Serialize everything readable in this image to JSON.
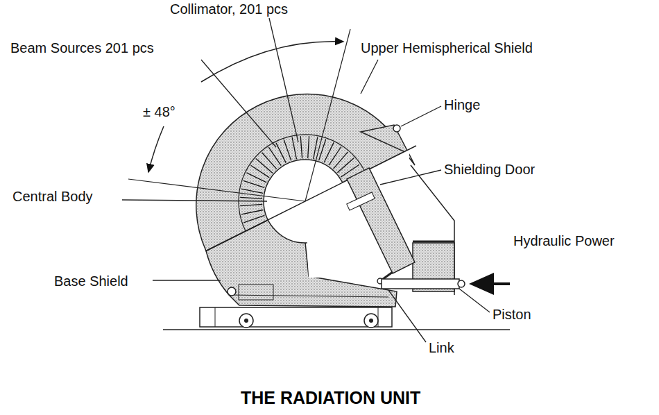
{
  "diagram": {
    "title": "THE RADIATION UNIT",
    "labels": [
      "Collimator, 201 pcs",
      "Beam Sources 201 pcs",
      "Upper Hemispherical Shield",
      "± 48°",
      "Hinge",
      "Shielding Door",
      "Central Body",
      "Hydraulic Power",
      "Base Shield",
      "Piston",
      "Link"
    ]
  }
}
